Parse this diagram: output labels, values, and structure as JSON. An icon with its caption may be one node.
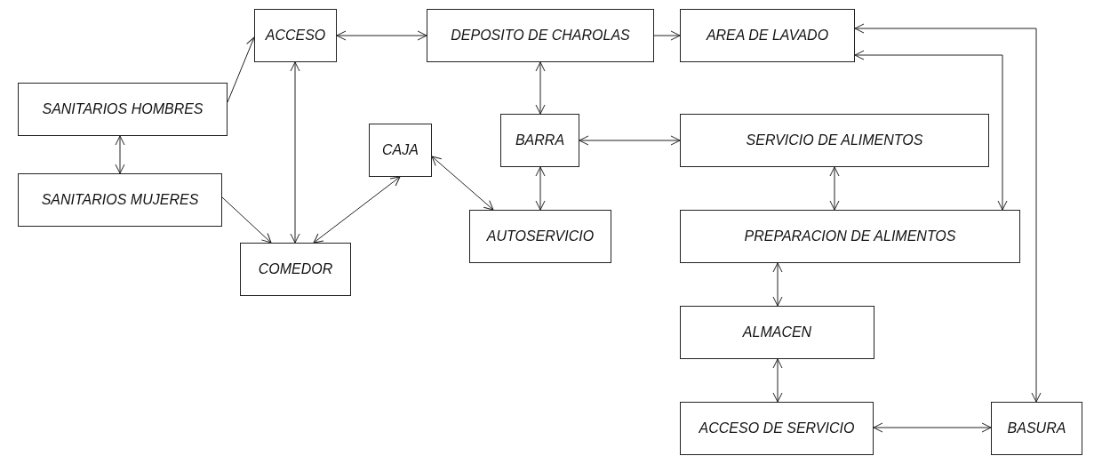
{
  "diagram": {
    "nodes": [
      {
        "text": [
          "ACCESO"
        ]
      },
      {
        "text": [
          "DEPOSITO DE CHAROLAS"
        ]
      },
      {
        "text": [
          "AREA DE LAVADO"
        ]
      },
      {
        "text": [
          "SANITARIOS HOMBRES"
        ]
      },
      {
        "text": [
          "SANITARIOS MUJERES"
        ]
      },
      {
        "text": [
          "CAJA"
        ]
      },
      {
        "text": [
          "BARRA"
        ]
      },
      {
        "text": [
          "SERVICIO DE ALIMENTOS"
        ]
      },
      {
        "text": [
          "AUTOSERVICIO"
        ]
      },
      {
        "text": [
          "COMEDOR"
        ]
      },
      {
        "text": [
          "PREPARACION DE ALIMENTOS"
        ]
      },
      {
        "text": [
          "ALMACEN"
        ]
      },
      {
        "text": [
          "ACCESO DE SERVICIO"
        ]
      },
      {
        "text": [
          "BASURA"
        ]
      }
    ],
    "edges": [
      {
        "from": 3,
        "to": 0,
        "arrow": "to"
      },
      {
        "from": 0,
        "to": 1,
        "arrow": "both"
      },
      {
        "from": 1,
        "to": 2,
        "arrow": "to"
      },
      {
        "from": 3,
        "to": 4,
        "arrow": "both"
      },
      {
        "from": 0,
        "to": 9,
        "arrow": "both"
      },
      {
        "from": 4,
        "to": 9,
        "arrow": "to"
      },
      {
        "from": 5,
        "to": 9,
        "arrow": "both"
      },
      {
        "from": 5,
        "to": 8,
        "arrow": "both"
      },
      {
        "from": 1,
        "to": 6,
        "arrow": "both"
      },
      {
        "from": 6,
        "to": 7,
        "arrow": "both"
      },
      {
        "from": 6,
        "to": 8,
        "arrow": "both"
      },
      {
        "from": 2,
        "to": 10,
        "arrow": "both"
      },
      {
        "from": 2,
        "to": 13,
        "arrow": "both"
      },
      {
        "from": 7,
        "to": 10,
        "arrow": "both"
      },
      {
        "from": 10,
        "to": 11,
        "arrow": "both"
      },
      {
        "from": 11,
        "to": 12,
        "arrow": "both"
      },
      {
        "from": 12,
        "to": 13,
        "arrow": "both"
      }
    ]
  }
}
